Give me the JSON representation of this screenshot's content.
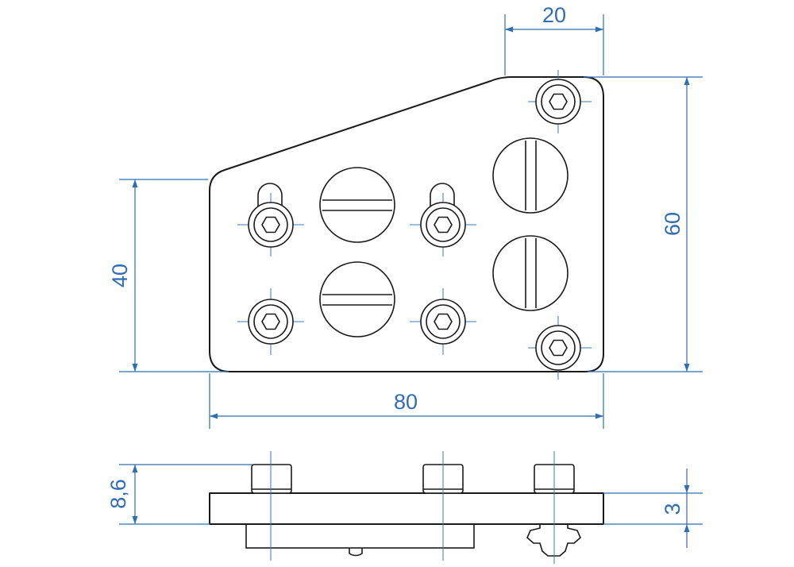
{
  "colors": {
    "outline": "#1a1a1a",
    "dimension": "#2f6db5",
    "background": "#ffffff"
  },
  "dimensions": {
    "top_width": "20",
    "overall_height": "60",
    "left_height": "40",
    "overall_width": "80",
    "side_total_height": "8,6",
    "side_plate_thickness": "3"
  }
}
